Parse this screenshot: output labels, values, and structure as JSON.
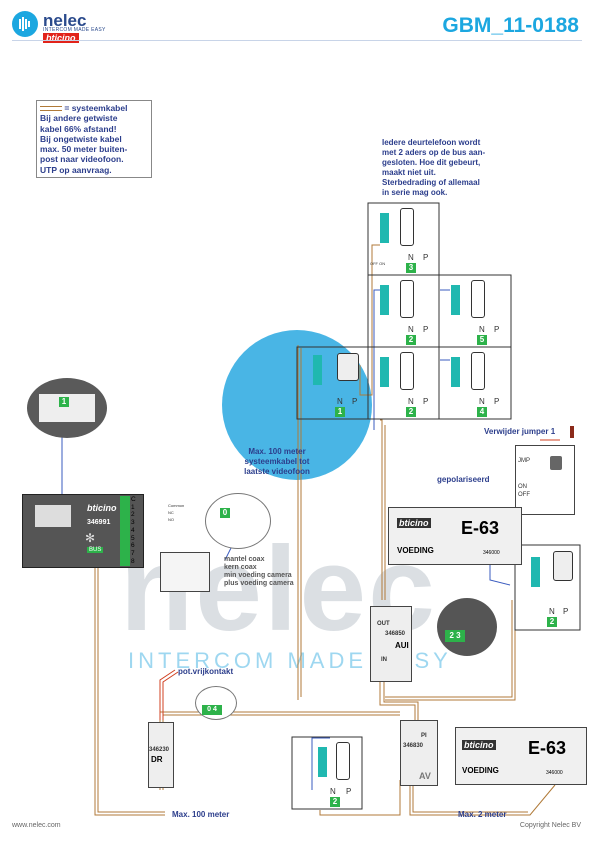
{
  "header": {
    "logo_name": "nelec",
    "logo_tagline": "INTERCOM MADE EASY",
    "logo_brand": "bticino",
    "doc_code": "GBM_11-0188"
  },
  "legend": {
    "title": "= systeemkabel",
    "lines": [
      "Bij andere getwiste",
      "kabel 66% afstand!",
      "Bij ongetwiste kabel",
      "max. 50 meter buiten-",
      "post naar videofoon.",
      "UTP op aanvraag."
    ]
  },
  "notes": {
    "deurtelefoon": [
      "Iedere deurtelefoon wordt",
      "met 2 aders op de bus aan-",
      "gesloten. Hoe dit gebeurt,",
      "maakt niet uit.",
      "Sterbedrading of allemaal",
      "in serie mag ook."
    ],
    "max100": [
      "Max. 100 meter",
      "systeemkabel tot",
      "laatste videofoon"
    ],
    "jumper": "Verwijder jumper 1",
    "gepolariseerd": "gepolariseerd",
    "potvrij": "pot.vrijkontakt",
    "max100_bottom": "Max. 100 meter",
    "max2": "Max. 2 meter"
  },
  "coax_labels": [
    "mantel coax",
    "kern coax",
    "min voeding camera",
    "plus voeding camera"
  ],
  "devices": {
    "outdoor": {
      "brand": "bticino",
      "code": "346991",
      "terminals": [
        "C",
        "1",
        "2",
        "3",
        "4",
        "5",
        "6",
        "7",
        "8"
      ],
      "bus": "BUS"
    },
    "e63_top": {
      "brand": "bticino",
      "model": "E-63",
      "name": "VOEDING",
      "code": "346000"
    },
    "e63_bottom": {
      "brand": "bticino",
      "model": "E-63",
      "name": "VOEDING",
      "code": "346000"
    },
    "aui": {
      "code": "346850",
      "name": "AUI",
      "out": "OUT",
      "in": "IN"
    },
    "dr": {
      "code": "346230",
      "name": "DR"
    },
    "av": {
      "code": "346830",
      "name": "AV",
      "pi": "PI"
    },
    "jumper_labels": [
      "JMP",
      "ON",
      "OFF"
    ],
    "aux_labels": [
      "Common",
      "NC",
      "NO"
    ]
  },
  "phones": [
    {
      "num": "3"
    },
    {
      "num": "2"
    },
    {
      "num": "5"
    },
    {
      "num": "1"
    },
    {
      "num": "2"
    },
    {
      "num": "4"
    },
    {
      "num": "2"
    },
    {
      "num": "2"
    }
  ],
  "phone_labels": {
    "n": "N",
    "p": "P",
    "offon": "OFF ON"
  },
  "zoom_digits": {
    "zoom1": "1",
    "zoom2": "0",
    "zoom3": "2 3",
    "zoom4": "0 4"
  },
  "watermark": {
    "big": "nelec",
    "sub": "INTERCOM MADE EASY"
  },
  "footer": {
    "left": "www.nelec.com",
    "right": "Copyright Nelec BV"
  }
}
